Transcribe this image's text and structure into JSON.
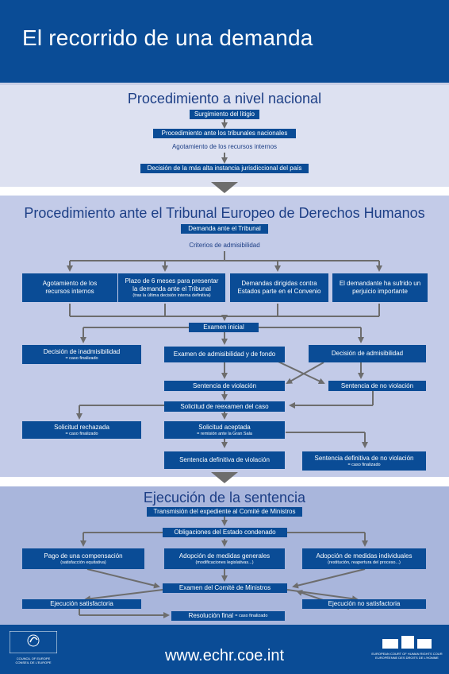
{
  "title": "El recorrido de una demanda",
  "national": {
    "title": "Procedimiento a nivel nacional",
    "step1": "Surgimiento del litigio",
    "step2": "Procedimiento ante los tribunales nacionales",
    "step3": "Agotamiento de los recursos internos",
    "step4": "Decisión de la más alta instancia jurisdiccional del país"
  },
  "echr": {
    "title": "Procedimiento ante el Tribunal Europeo de Derechos Humanos",
    "application": "Demanda ante el Tribunal",
    "criteria": "Criterios de admisibilidad",
    "crit1": "Agotamiento de los recursos internos",
    "crit2": "Plazo de 6 meses para presentar la demanda ante el Tribunal",
    "crit2_sub": "(tras la última decisión interna definitiva)",
    "crit3": "Demandas dirigidas contra Estados parte en el Convenio",
    "crit4": "El demandante ha sufrido un perjuicio importante",
    "initial": "Examen inicial",
    "inadmissible": "Decisión de inadmisibilidad",
    "inadmissible_sub": "= caso finalizado",
    "admiss_merits": "Examen de admisibilidad y de fondo",
    "admissible": "Decisión de admisibilidad",
    "violation": "Sentencia de violación",
    "no_violation": "Sentencia de no violación",
    "referral": "Solicitud de reexamen del caso",
    "rejected": "Solicitud rechazada",
    "rejected_sub": "= caso finalizado",
    "accepted": "Solicitud aceptada",
    "accepted_sub": "= remisión ante la Gran Sala",
    "final_violation": "Sentencia definitiva de violación",
    "final_no_violation": "Sentencia definitiva de no violación",
    "final_no_violation_sub": "= caso finalizado"
  },
  "execution": {
    "title": "Ejecución de la sentencia",
    "transmission": "Transmisión del expediente al Comité de Ministros",
    "obligations": "Obligaciones del Estado condenado",
    "payment": "Pago de una compensación",
    "payment_sub": "(satisfacción equitativa)",
    "general": "Adopción de medidas generales",
    "general_sub": "(modificaciones legislativas...)",
    "individual": "Adopción de medidas individuales",
    "individual_sub": "(restitución, reapertura del proceso...)",
    "committee": "Examen del Comité de Ministros",
    "satisfactory": "Ejecución satisfactoria",
    "unsatisfactory": "Ejecución no satisfactoria",
    "resolution": "Resolución final",
    "resolution_sub": "= caso finalizado"
  },
  "footer": {
    "url": "www.echr.coe.int",
    "coe_logo_text": "COUNCIL OF EUROPE  CONSEIL DE L'EUROPE",
    "court_logo_text": "EUROPEAN COURT OF HUMAN RIGHTS  COUR EUROPÉENNE DES DROITS DE L'HOMME"
  },
  "colors": {
    "header": "#0a4c96",
    "box": "#0a4c96",
    "section1": "#dde1f1",
    "section2": "#c3cbe8",
    "section3": "#a9b6dc",
    "arrow": "#6d6d6d"
  }
}
